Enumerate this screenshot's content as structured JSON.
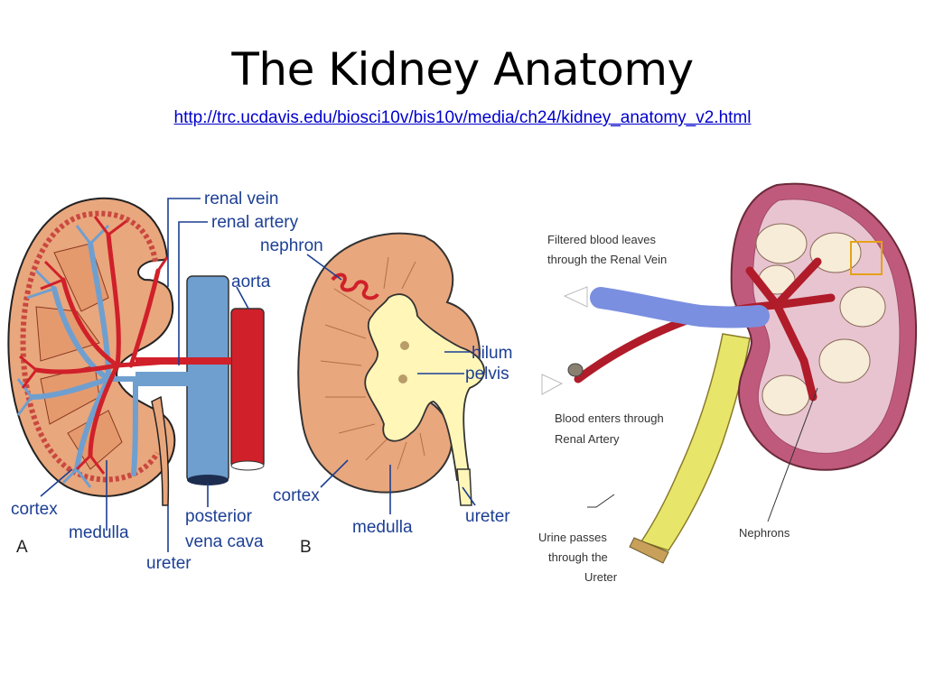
{
  "slide": {
    "title": "The Kidney Anatomy",
    "link": "http://trc.ucdavis.edu/biosci10v/bis10v/media/ch24/kidney_anatomy_v2.html"
  },
  "figure_a": {
    "panel_letter": "A",
    "labels": {
      "renal_vein": "renal vein",
      "renal_artery": "renal artery",
      "aorta": "aorta",
      "cortex": "cortex",
      "medulla": "medulla",
      "ureter": "ureter",
      "posterior": "posterior",
      "vena_cava": "vena cava"
    }
  },
  "figure_b": {
    "panel_letter": "B",
    "labels": {
      "nephron": "nephron",
      "hilum": "hilum",
      "pelvis": "pelvis",
      "cortex": "cortex",
      "medulla": "medulla",
      "ureter": "ureter"
    }
  },
  "figure_c": {
    "labels": {
      "filtered_1": "Filtered blood leaves",
      "filtered_2": "through the Renal  Vein",
      "blood_1": "Blood enters through",
      "blood_2": "Renal  Artery",
      "urine_1": "Urine passes",
      "urine_2": "through the",
      "urine_3": "Ureter",
      "nephrons": "Nephrons"
    }
  },
  "colors": {
    "artery_red": "#d0202a",
    "vein_blue": "#6f9fcf",
    "kidney_tan": "#e9a77d",
    "pelvis_yellow": "#fff6b8",
    "kidney_pink": "#c05a7c"
  }
}
